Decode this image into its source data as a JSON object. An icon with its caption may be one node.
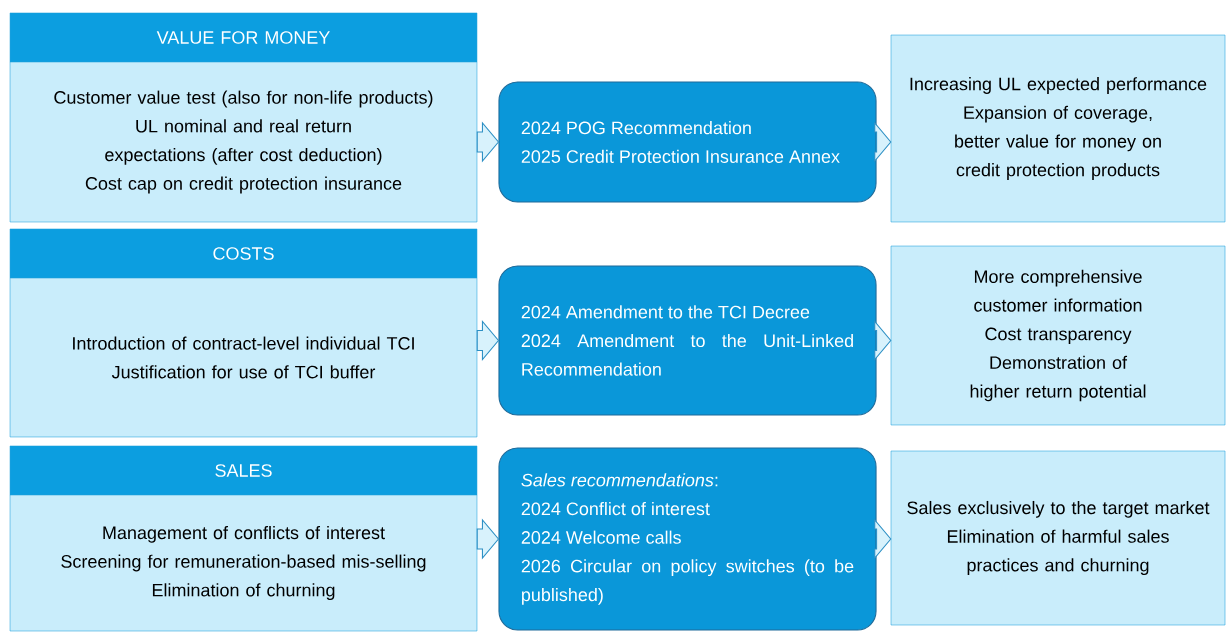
{
  "diagram": {
    "nodes": [
      {
        "text": [
          "VALUE FOR MONEY"
        ]
      },
      {
        "text": [
          "Customer value test (also for non-life products)",
          "UL nominal and real return expectations (after cost deduction)",
          "Cost cap on credit protection insurance"
        ]
      },
      {
        "text": [
          "2024 POG Recommendation",
          "2025 Credit Protection Insurance Annex"
        ]
      },
      {
        "text": [
          "Increasing UL expected performance",
          "Expansion of coverage, better value for money on credit protection products"
        ]
      },
      {
        "text": [
          "COSTS"
        ]
      },
      {
        "text": [
          "Introduction of contract-level individual TCI",
          "Justification for use of TCI buffer"
        ]
      },
      {
        "text": [
          "2024 Amendment to the TCI Decree",
          "2024 Amendment to the Unit-Linked Recommendation"
        ]
      },
      {
        "text": [
          "More comprehensive customer information",
          "Cost transparency",
          "Demonstration of higher return potential"
        ]
      },
      {
        "text": [
          "SALES"
        ]
      },
      {
        "text": [
          "Management of conflicts of interest",
          "Screening for remuneration-based mis-selling",
          "Elimination of churning"
        ]
      },
      {
        "text": [
          "*Sales recommendations*:",
          "2024 Conflict of interest",
          "2024 Welcome calls",
          "2026 Circular on policy switches (to be published)"
        ]
      },
      {
        "text": [
          "Sales exclusively to the target market",
          "Elimination of harmful sales practices and churning"
        ]
      }
    ],
    "edges": [
      {
        "from": 1,
        "to": 2,
        "arrow": "to"
      },
      {
        "from": 2,
        "to": 3,
        "arrow": "to"
      },
      {
        "from": 5,
        "to": 6,
        "arrow": "to"
      },
      {
        "from": 6,
        "to": 7,
        "arrow": "to"
      },
      {
        "from": 9,
        "to": 10,
        "arrow": "to"
      },
      {
        "from": 10,
        "to": 11,
        "arrow": "to"
      }
    ]
  }
}
